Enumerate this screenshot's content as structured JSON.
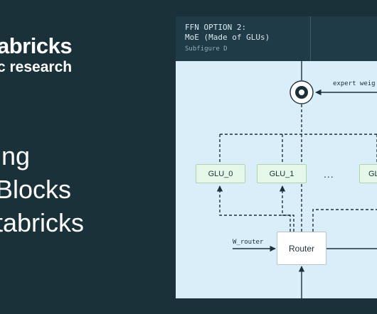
{
  "brand": {
    "line1": "abricks",
    "line2": "c research"
  },
  "headline": {
    "line1": "ing",
    "line2": "Blocks",
    "line3": "tabricks"
  },
  "figure": {
    "title": "FFN OPTION 2:\nMoE (Made of GLUs)",
    "subtitle": "Subfigure D",
    "expert_weights_label": "expert weig",
    "glu_nodes": [
      "GLU_0",
      "GLU_1",
      "GL"
    ],
    "ellipsis": "...",
    "router_label": "Router",
    "w_router_label": "W_router"
  },
  "colors": {
    "background": "#1b3139",
    "panel": "#daeefa",
    "panel_header": "#1e3b47",
    "glu_fill": "#e5f7e8",
    "stroke": "#1b3139"
  }
}
